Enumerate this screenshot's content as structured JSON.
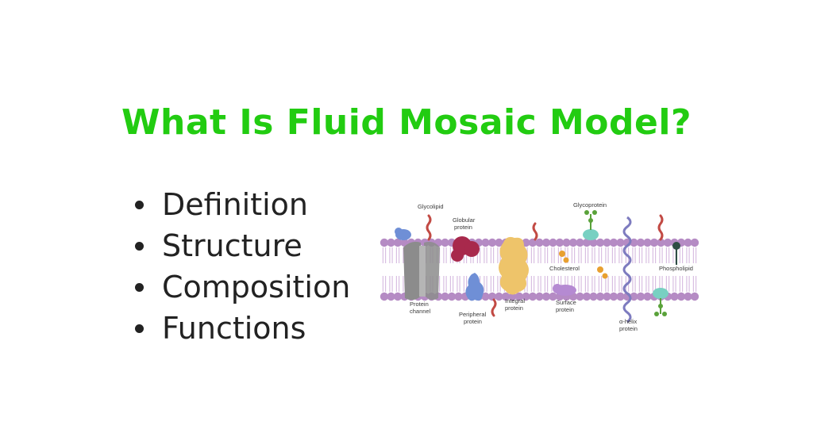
{
  "title": "What Is Fluid Mosaic Model?",
  "colors": {
    "title": "#22cc11",
    "phospholipid_head": "#b58bc4",
    "phospholipid_tail": "#d9bfe2",
    "protein_channel": "#8c8c8c",
    "globular_protein": "#a8294c",
    "integral_protein": "#eec46a",
    "peripheral_protein": "#6f8fd6",
    "surface_protein": "#b58ad2",
    "glycoprotein": "#78d0c2",
    "alpha_helix": "#7d7bbf",
    "glycolipid": "#c24a44",
    "cholesterol": "#e8a030"
  },
  "bullets": [
    "Definition",
    "Structure",
    "Composition",
    "Functions"
  ],
  "diagram": {
    "labels": {
      "glycolipid": "Glycolipid",
      "globular_1": "Globular",
      "globular_2": "protein",
      "glycoprotein": "Glycoprotein",
      "protein_channel_1": "Protein",
      "protein_channel_2": "channel",
      "peripheral_1": "Peripheral",
      "peripheral_2": "protein",
      "integral_1": "Integral",
      "integral_2": "protein",
      "cholesterol": "Cholesterol",
      "surface_1": "Surface",
      "surface_2": "protein",
      "phospholipid": "Phospholipid",
      "alpha_helix_1": "α-helix",
      "alpha_helix_2": "protein"
    }
  }
}
